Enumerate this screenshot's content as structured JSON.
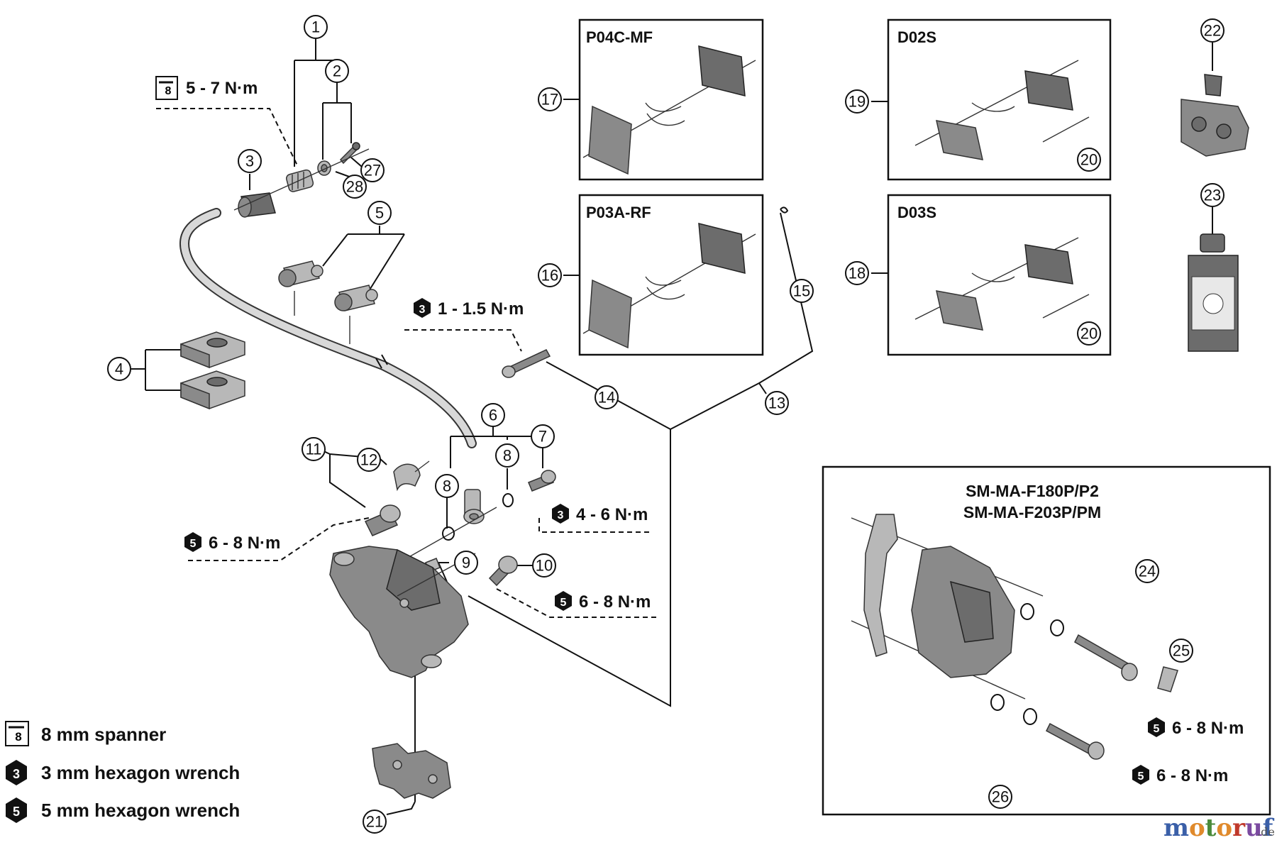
{
  "callouts": {
    "c1": "1",
    "c2": "2",
    "c3": "3",
    "c4": "4",
    "c5": "5",
    "c6": "6",
    "c7": "7",
    "c8a": "8",
    "c8b": "8",
    "c9": "9",
    "c10": "10",
    "c11": "11",
    "c12": "12",
    "c13": "13",
    "c14": "14",
    "c15": "15",
    "c16": "16",
    "c17": "17",
    "c18": "18",
    "c19": "19",
    "c20a": "20",
    "c20b": "20",
    "c21": "21",
    "c22": "22",
    "c23": "23",
    "c24": "24",
    "c25": "25",
    "c26": "26",
    "c27": "27",
    "c28": "28"
  },
  "torque": {
    "hose_nut": "5 - 7 N·m",
    "pad_pin": "1 - 1.5 N·m",
    "bleed_nipple": "4 - 6 N·m",
    "caliper_bolt_top": "6 - 8 N·m",
    "caliper_bolt_bottom": "6 - 8 N·m",
    "adapter_bolt_1": "6 - 8 N·m",
    "adapter_bolt_2": "6 - 8 N·m"
  },
  "tool_badges": {
    "spanner": "8",
    "hex3": "3",
    "hex5": "5"
  },
  "pad_boxes": {
    "p04c": "P04C-MF",
    "p03a": "P03A-RF",
    "d02s": "D02S",
    "d03s": "D03S"
  },
  "adapter_box": {
    "line1": "SM-MA-F180P/P2",
    "line2": "SM-MA-F203P/PM"
  },
  "legend": {
    "spanner": "8 mm spanner",
    "hex3": "3 mm hexagon wrench",
    "hex5": "5 mm hexagon wrench"
  },
  "watermark": {
    "brand": "motoruf",
    "tld": ".de",
    "colors": {
      "m": "#3a5fa8",
      "o": "#e08a2c",
      "t": "#4a8a3a",
      "r": "#c0392b",
      "u": "#7b4aa0",
      "f": "#3a5fa8"
    }
  }
}
